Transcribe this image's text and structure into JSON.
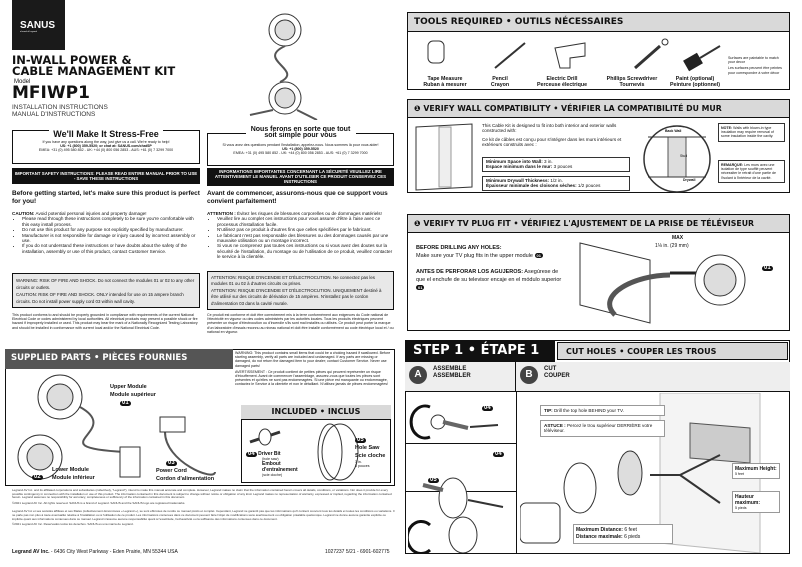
{
  "brand": {
    "name": "SANUS",
    "sub": "a brand of Legrand"
  },
  "title": {
    "line1": "IN-WALL POWER &",
    "line2": "CABLE MANAGEMENT KIT",
    "model_label": "Model",
    "model": "MFIWP1",
    "sub1": "INSTALLATION INSTRUCTIONS",
    "sub2": "MANUAL D'INSTRUCTIONS"
  },
  "stress_en": {
    "title": "We'll Make It Stress-Free",
    "line1": "If you have any questions along the way, just give us a call. We're ready to help!",
    "line2": "US: +1 (800) 359-5520; or chat at: SANUS.com/chatSP",
    "line3": "EMEA: +31 (0) 495 580 852 - UK: +44 (0) 800 056 2853 - AUS: +61 (0) 7 3299 7000"
  },
  "stress_fr": {
    "title": "Nous ferons en sorte que tout soit simple pour vous",
    "line1": "Si vous avez des questions pendant l'installation, appelez-nous. Nous sommes là pour vous aider!",
    "line2": "US: +1 (800) 359-5520",
    "line3": "EMEA: +31 (0) 495 580 852 - UK: +44 (0) 800 056 2853 - AUS: +61 (0) 7 3299 7000"
  },
  "safety_en": "IMPORTANT SAFETY INSTRUCTIONS: PLEASE READ ENTIRE MANUAL PRIOR TO USE - SAVE THESE INSTRUCTIONS",
  "safety_fr": "INFORMATIONS IMPORTANTES CONCERNANT LA SÉCURITÉ VEUILLEZ LIRE ATTENTIVEMENT LE MANUEL AVANT D'UTILISER CE PRODUIT CONSERVEZ CES INSTRUCTIONS",
  "intro_en": "Before getting started, let's make sure this product is perfect for you!",
  "intro_fr": "Avant de commencer, assurons-nous que ce support vous convient parfaitement!",
  "caution_en": {
    "label": "CAUTION:",
    "text": "Avoid potential personal injuries and property damage!",
    "items": [
      "Please read through these instructions completely to be sure you're comfortable with this easy install process.",
      "Do not use this product for any purpose not explicitly specified by manufacturer.",
      "Manufacturer is not responsible for damage or injury caused by incorrect assembly or use.",
      "If you do not understand these instructions or have doubts about the safety of the installation, assembly or use of this product, contact Customer Service."
    ]
  },
  "caution_fr": {
    "label": "ATTENTION :",
    "text": "Évitez les risques de blessures corporelles ou de dommages matériels!",
    "items": [
      "Veuillez lire au complet ces instructions pour vous assurer d'être à l'aise avec ce processus d'installation facile.",
      "N'utilisez pas ce produit à d'autres fins que celles spécifiées par le fabricant.",
      "Le fabricant n'est pas responsable des blessures ou des dommages causés par une mauvaise utilisation ou un montage incorrect.",
      "Si vous ne comprenez pas toutes ces instructions ou si vous avez des doutes sur la sécurité de l'installation, du montage ou de l'utilisation de ce produit, veuillez contacter le service à la clientèle."
    ]
  },
  "warn_en": {
    "w1": "WARNING: RISK OF FIRE AND SHOCK. Do not connect the modules 01 or 02 to any other circuits or outlets.",
    "w2": "CAUTION: RISK OF FIRE AND SHOCK. ONLY intended for use on 15 ampere branch circuits. Do not install power supply cord 03 within wall cavity."
  },
  "warn_fr": {
    "w1": "ATTENTION: RISQUE D'INCENDIE ET D'ÉLECTROCUTION. Ne connectez pas les modules 01 ou 02 à d'autres circuits ou prises.",
    "w2": "ATTENTION: RISQUE D'INCENDIE ET D'ÉLECTROCUTION. UNIQUEMENT destiné à être utilisé sur des circuits de dérivation de 15 ampères. N'installez pas le cordon d'alimentation 03 dans la cavité murale."
  },
  "conform_en": "This product conforms to and should be properly grounded in compliance with requirements of the current National Electrical Code or codes administered by local authorities. All electrical products may present a possible shock or fire hazard if improperly installed or used. This product may bear the mark of a Nationally Recognized Testing Laboratory and should be installed in conformance with current local and/or the National Electrical Code.",
  "conform_fr": "Ce produit est conforme et doit être correctement mis à la terre conformément aux exigences du Code national de l'électricité en vigueur ou des codes administrés par les autorités locales. Tous les produits électriques peuvent présenter un risque d'électrocution ou d'incendie s'ils sont mal installés ou utilisés. Ce produit peut porter la marque d'un laboratoire d'essais reconnu au niveau national et doit être installé conformément au code électrique local et / ou national en vigueur.",
  "supplied": {
    "title": "SUPPLIED PARTS • PIÈCES FOURNIES",
    "parts": [
      {
        "num": "01",
        "en": "Upper Module",
        "fr": "Module supérieur"
      },
      {
        "num": "02",
        "en": "Lower Module",
        "fr": "Module inférieur"
      },
      {
        "num": "03",
        "en": "Power Cord",
        "fr": "Cordon d'alimentation"
      }
    ],
    "warning": "WARNING: This product contains small items that could be a choking hazard if swallowed. Before starting assembly, verify all parts are included and undamaged. If any parts are missing or damaged, do not return the damaged item to your dealer; contact Customer Service. Never use damaged parts!",
    "avertissement": "AVERTISSEMENT : Ce produit contient de petites pièces qui peuvent représenter un risque d'étouffement. Avant de commencer l'assemblage, assurez-vous que toutes les pièces sont présentes et qu'elles ne sont pas endommagées. Si une pièce est manquante ou endommagée, contactez le Service à la clientèle et non le détaillant. N'utilisez jamais de pièces endommagées!"
  },
  "included": {
    "title": "INCLUDED • INCLUS",
    "parts": [
      {
        "num": "04",
        "en": "Driver Bit",
        "en_sub": "(hole saw)",
        "fr": "Embout d'entraînement",
        "fr_sub": "(scie cloche)"
      },
      {
        "num": "05",
        "en": "Hole Saw",
        "fr": "Scie cloche",
        "size_en": "3 in.",
        "size_fr": "3 pouces"
      }
    ]
  },
  "legal": {
    "en": "Legrand AV Inc. and its affiliated corporations and subsidiaries (collectively, \"Legrand\"), intend to make this manual accurate and complete. However, Legrand makes no claim that the information contained herein covers all details, conditions, or variations. Nor does it provide for every possible contingency in connection with the installation or use of this product. The information contained in this document is subject to change without notice or obligation of any kind. Legrand makes no representation of warranty, expressed or implied, regarding the information contained herein. Legrand assumes no responsibility for accuracy, completeness or sufficiency of the information contained in this document.",
    "en_copy": "©2021 Legrand AV Inc. All rights reserved. SANUS is a brand of Legrand. SANUS and the SANUS logo are registered trademarks.",
    "fr": "Legrand AV Inc et ses sociétés affiliées et ses filiales (collectivement dénommées « Legrand »), se sont efforcées de rendre ce manuel précis et complet. Cependant, Legrand ne garantit pas que les informations qu'il contient couvrent tous les détails et toutes les conditions ou variations. Il ne parle pas non plus à toute éventualité relative à l'installation ou à l'utilisation de ce produit. Les informations contenues dans ce document peuvent faire l'objet de modifications sans avertissement ou obligation préalable quelconque. Legrand ne donne aucune garantie explicite ou implicite quant aux informations contenues dans ce manuel. Legrand n'assume aucune responsabilité quant à l'exactitude, l'exhaustivité ou la suffisance des informations contenues dans ce document.",
    "fr_copy": "©2021 Legrand AV Inc. Reservados todos los derechos. SANUS es una marca de Legrand.",
    "address_name": "Legrand AV Inc.",
    "address": " - 6436 City West Parkway - Eden Prairie, MN 55344 USA",
    "code": "1027237 5/21 - 6901-602775"
  },
  "tools": {
    "title": "TOOLS REQUIRED • OUTILS NÉCESSAIRES",
    "items": [
      {
        "en": "Tape Measure",
        "fr": "Ruban à mesurer",
        "icon": "tape-measure-icon"
      },
      {
        "en": "Pencil",
        "fr": "Crayon",
        "icon": "pencil-icon"
      },
      {
        "en": "Electric Drill",
        "fr": "Perceuse électrique",
        "icon": "drill-icon"
      },
      {
        "en": "Phillips Screwdriver",
        "fr": "Tournevis",
        "icon": "screwdriver-icon"
      },
      {
        "en": "Paint (optional)",
        "fr": "Peinture (optionnel)",
        "icon": "paintbrush-icon"
      }
    ],
    "note_en": "Surfaces are paintable to match your decor",
    "note_fr": "Les surfaces peuvent être peintes pour correspondre à votre décor"
  },
  "wall": {
    "title": "VERIFY WALL COMPATIBILITY • VÉRIFIER LA COMPATIBILITÉ DU MUR",
    "intro_en": "This Cable Kit is designed to fit into both interior and exterior walls constructed with:",
    "intro_fr": "Ce kit de câbles est conçu pour s'intégrer dans les murs intérieurs et extérieurs construits avec :",
    "req1_en_label": "Minimum Space into Wall:",
    "req1_en": " 3 in.",
    "req1_fr_label": "Espace minimum dans le mur:",
    "req1_fr": " 3 pouces",
    "req2_en_label": "Minimum Drywall Thickness:",
    "req2_en": " 1/2 in.",
    "req2_fr_label": "Épaisseur minimale des cloisons sèches:",
    "req2_fr": " 1/2 pouces",
    "back_wall": "Back Wall",
    "stud": "Stud",
    "drywall": "Drywall",
    "note_label": "NOTE:",
    "note": " Walls with blown-in type insulation may require removal of some insulation inside the cavity.",
    "remarque_label": "REMARQUE:",
    "remarque": " Les murs avec une isolation de type soufflé peuvent nécessiter le retrait d'une partie de l'isolant à l'intérieur de la cavité."
  },
  "tvplug": {
    "title": "VERIFY TV PLUG FIT • VÉRIFIEZ L'AJUSTEMENT DE LA PRISE DE TÉLÉVISEUR",
    "head_en": "BEFORE DRILLING ANY HOLES:",
    "text_en": "Make sure your TV plug fits in the upper module",
    "head_es": "ANTES DE PERFORAR LOS AGUJEROS:",
    "text_es": " Asegúrese de que el enchufe de su televisor encaje en el módulo superior",
    "max": "MAX",
    "max_dim": "1⅛ in. (29 mm)",
    "badge": "01"
  },
  "step1": {
    "label": "STEP 1 • ÉTAPE 1",
    "title": "CUT HOLES • COUPER LES TROUS",
    "a_letter": "A",
    "a_en": "ASSEMBLE",
    "a_fr": "ASSEMBLER",
    "b_letter": "B",
    "b_en": "CUT",
    "b_fr": "COUPER",
    "badge04": "04",
    "badge05": "05",
    "tip_label": "TIP:",
    "tip": " Drill the top hole BEHIND your TV.",
    "astuce_label": "ASTUCE :",
    "astuce": " Percez le trou supérieur DERRIÈRE votre téléviseur.",
    "maxh_en": "Maximum Height:",
    "maxh_en_val": "5 feet",
    "maxh_fr": "Hauteur maximum:",
    "maxh_fr_val": "5 pieds",
    "maxd_en": "Maximum Distance:",
    "maxd_en_val": " 6 feet",
    "maxd_fr": "Distance maximale:",
    "maxd_fr_val": " 6 pieds"
  }
}
